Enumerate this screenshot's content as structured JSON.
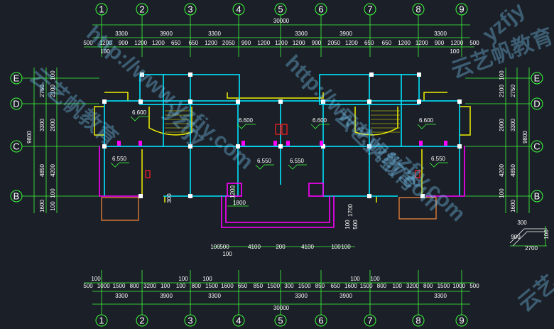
{
  "colors": {
    "background": "#1b1f27",
    "dim_line": "#3cff3c",
    "text": "#ffffff",
    "wall_cyan": "#00e5ff",
    "wall_yellow": "#f2f200",
    "accent_magenta": "#ff00ff",
    "accent_orange": "#ff8c3a",
    "column_white": "#ffffff",
    "watermark": "#7bd0ff"
  },
  "axes_top": [
    "1",
    "2",
    "3",
    "4",
    "5",
    "6",
    "7",
    "8",
    "9"
  ],
  "axes_bottom": [
    "1",
    "2",
    "3",
    "4",
    "5",
    "6",
    "7",
    "8",
    "9"
  ],
  "axes_left": [
    "E",
    "D",
    "C",
    "B"
  ],
  "axes_right": [
    "E",
    "D",
    "C",
    "B"
  ],
  "top_dims": {
    "total": "30000",
    "bays": [
      "3300",
      "3900",
      "3300",
      "3300",
      "3900",
      "3300"
    ],
    "detail": [
      "500",
      "1200",
      "900",
      "1200",
      "1200",
      "650",
      "650",
      "1200",
      "2050",
      "900",
      "1200",
      "1200",
      "1200",
      "900",
      "2050",
      "1200",
      "650",
      "650",
      "1200",
      "1200",
      "900",
      "1200",
      "500"
    ],
    "extra": [
      "100",
      "100"
    ]
  },
  "bottom_dims": {
    "total": "30000",
    "bays": [
      "3300",
      "3900",
      "3300",
      "3300",
      "3900",
      "3300"
    ],
    "detail": [
      "500",
      "1000",
      "1500",
      "800",
      "3200",
      "100",
      "100",
      "800",
      "1500",
      "1600",
      "650",
      "850",
      "1500",
      "300",
      "1500",
      "850",
      "650",
      "1600",
      "1500",
      "800",
      "100",
      "3200",
      "800",
      "1500",
      "1000",
      "500"
    ],
    "extra": [
      "100",
      "100",
      "100",
      "100",
      "100"
    ]
  },
  "left_dims": {
    "outer": [
      "9800"
    ],
    "bays": [
      "2750",
      "3300",
      "4850",
      "1600"
    ],
    "inner": [
      "2100",
      "2000",
      "4200",
      "100",
      "100"
    ],
    "extra": [
      "100"
    ]
  },
  "right_dims": {
    "outer": [
      "9800"
    ],
    "bays": [
      "2750",
      "3300",
      "4850",
      "1600"
    ],
    "inner": [
      "2100",
      "2000",
      "4200",
      "100",
      "100"
    ]
  },
  "room_levels": [
    "6.600",
    "6.600",
    "6.600",
    "6.600",
    "6.550",
    "6.550",
    "6.550",
    "6.550"
  ],
  "center_dims": [
    "1200",
    "1800",
    "1700",
    "100",
    "500",
    "4100",
    "200",
    "4100",
    "100",
    "500",
    "100",
    "300",
    "100",
    "100"
  ],
  "detail_labels": [
    "300",
    "900",
    "100",
    "2700"
  ],
  "watermarks": [
    "http://www.yzfjy.com",
    "云艺帆教育",
    "yzfjy",
    "http://www.yzfjy.com",
    "云艺帆教育",
    "zfjy.com",
    "云艺帆教育",
    "yzfjy",
    "云艺"
  ]
}
